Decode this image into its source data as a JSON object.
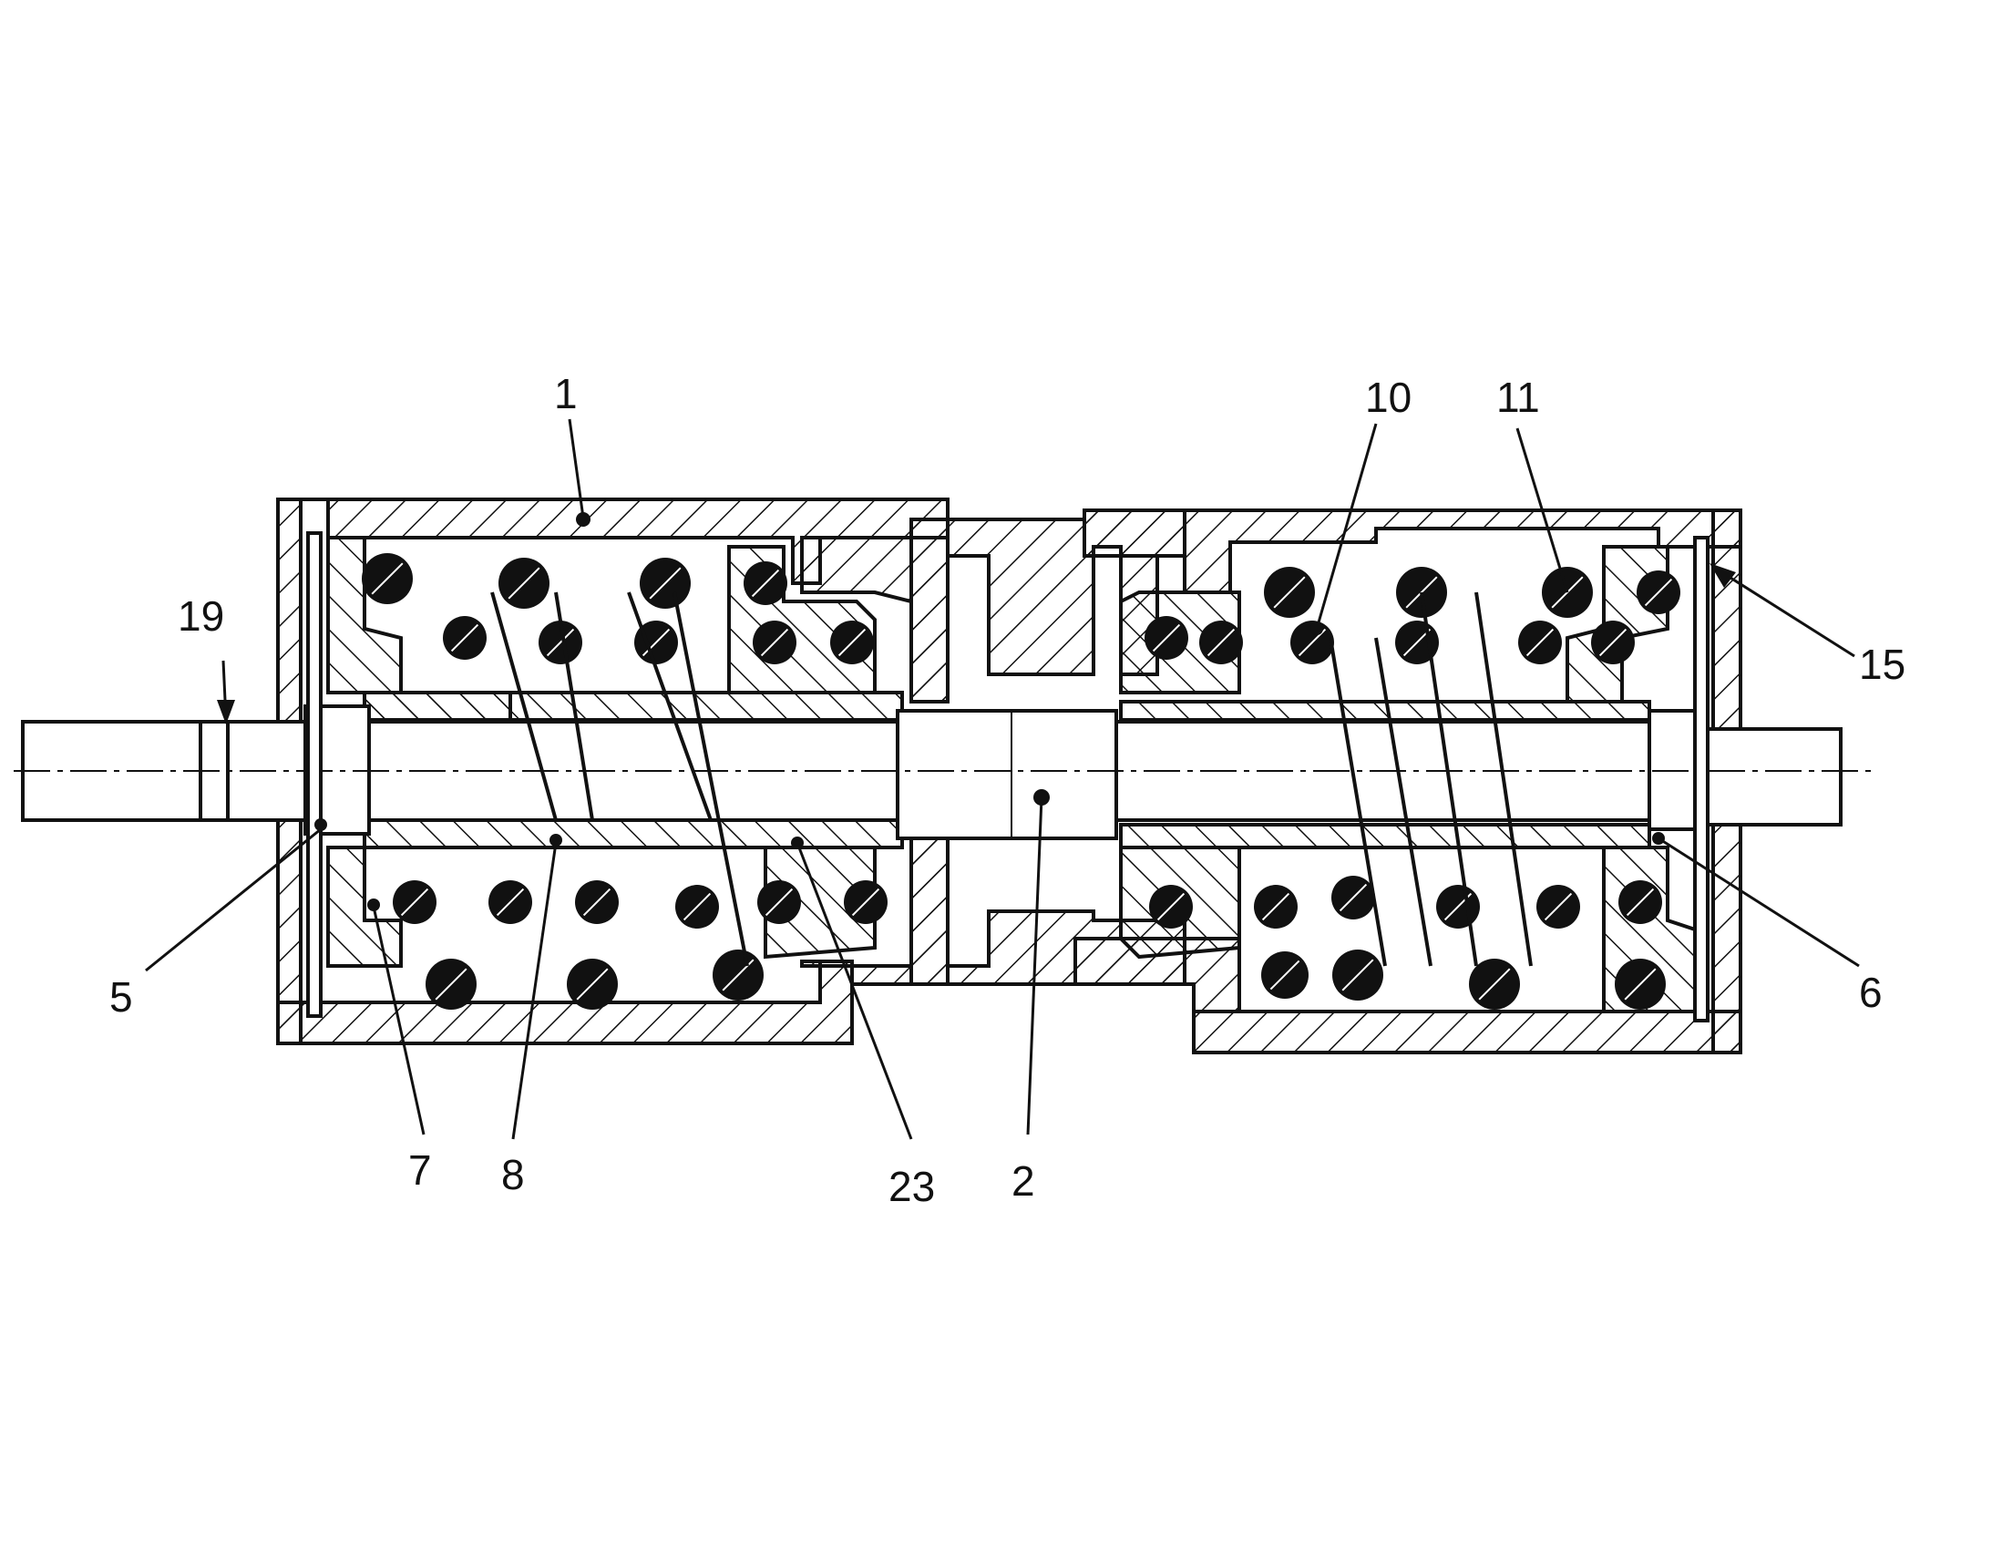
{
  "drawing": {
    "ink_color": "#111111",
    "background_color": "#ffffff",
    "labels": {
      "housing": "1",
      "shaft": "2",
      "bearing_left": "5",
      "bearing_right": "6",
      "seal_left": "7",
      "bushing": "8",
      "inner_spring": "10",
      "outer_spring": "11",
      "retaining_ring": "15",
      "shaft_end": "19",
      "sleeve": "23"
    }
  }
}
